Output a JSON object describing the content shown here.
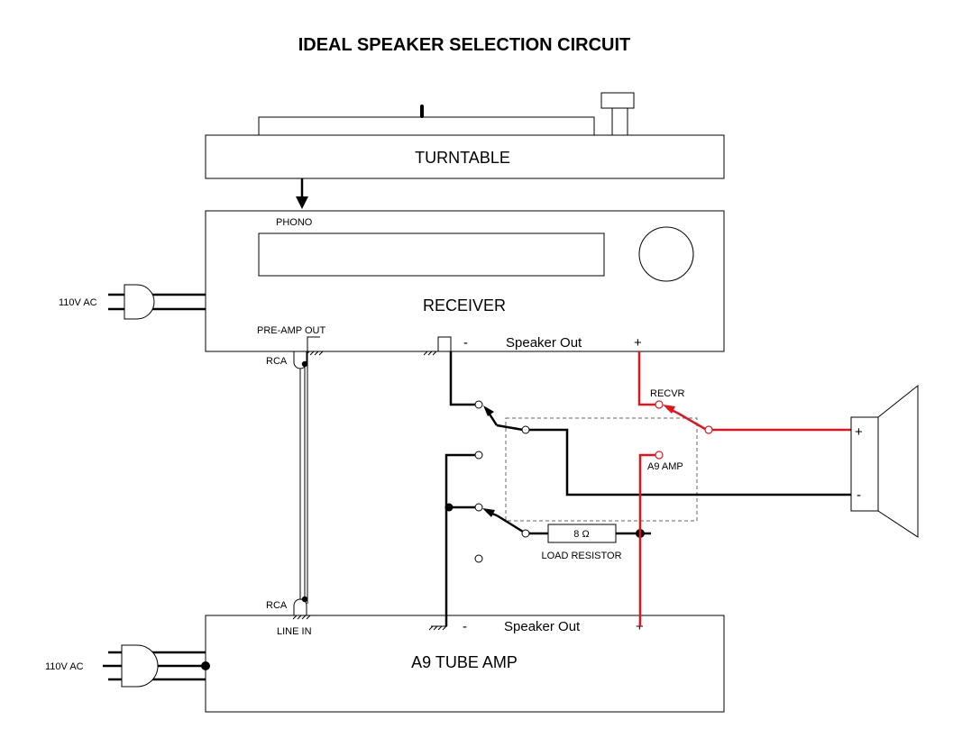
{
  "title": "IDEAL SPEAKER SELECTION CIRCUIT",
  "turntable": {
    "label": "TURNTABLE"
  },
  "receiver": {
    "label": "RECEIVER",
    "phono_label": "PHONO",
    "preamp_out_label": "PRE-AMP OUT",
    "rca_label": "RCA",
    "speaker_out_label": "Speaker Out",
    "minus": "-",
    "plus": "+",
    "power_label": "110V AC"
  },
  "amp": {
    "label": "A9 TUBE AMP",
    "line_in_label": "LINE IN",
    "rca_label": "RCA",
    "speaker_out_label": "Speaker Out",
    "minus": "-",
    "plus": "+",
    "power_label": "110V AC"
  },
  "switch": {
    "recvr_label": "RECVR",
    "a9_amp_label": "A9 AMP"
  },
  "load_resistor": {
    "value": "8 Ω",
    "label": "LOAD RESISTOR"
  },
  "speaker": {
    "plus": "+",
    "minus": "-"
  },
  "colors": {
    "wire": "#000000",
    "hot_wire": "#e0151b"
  }
}
